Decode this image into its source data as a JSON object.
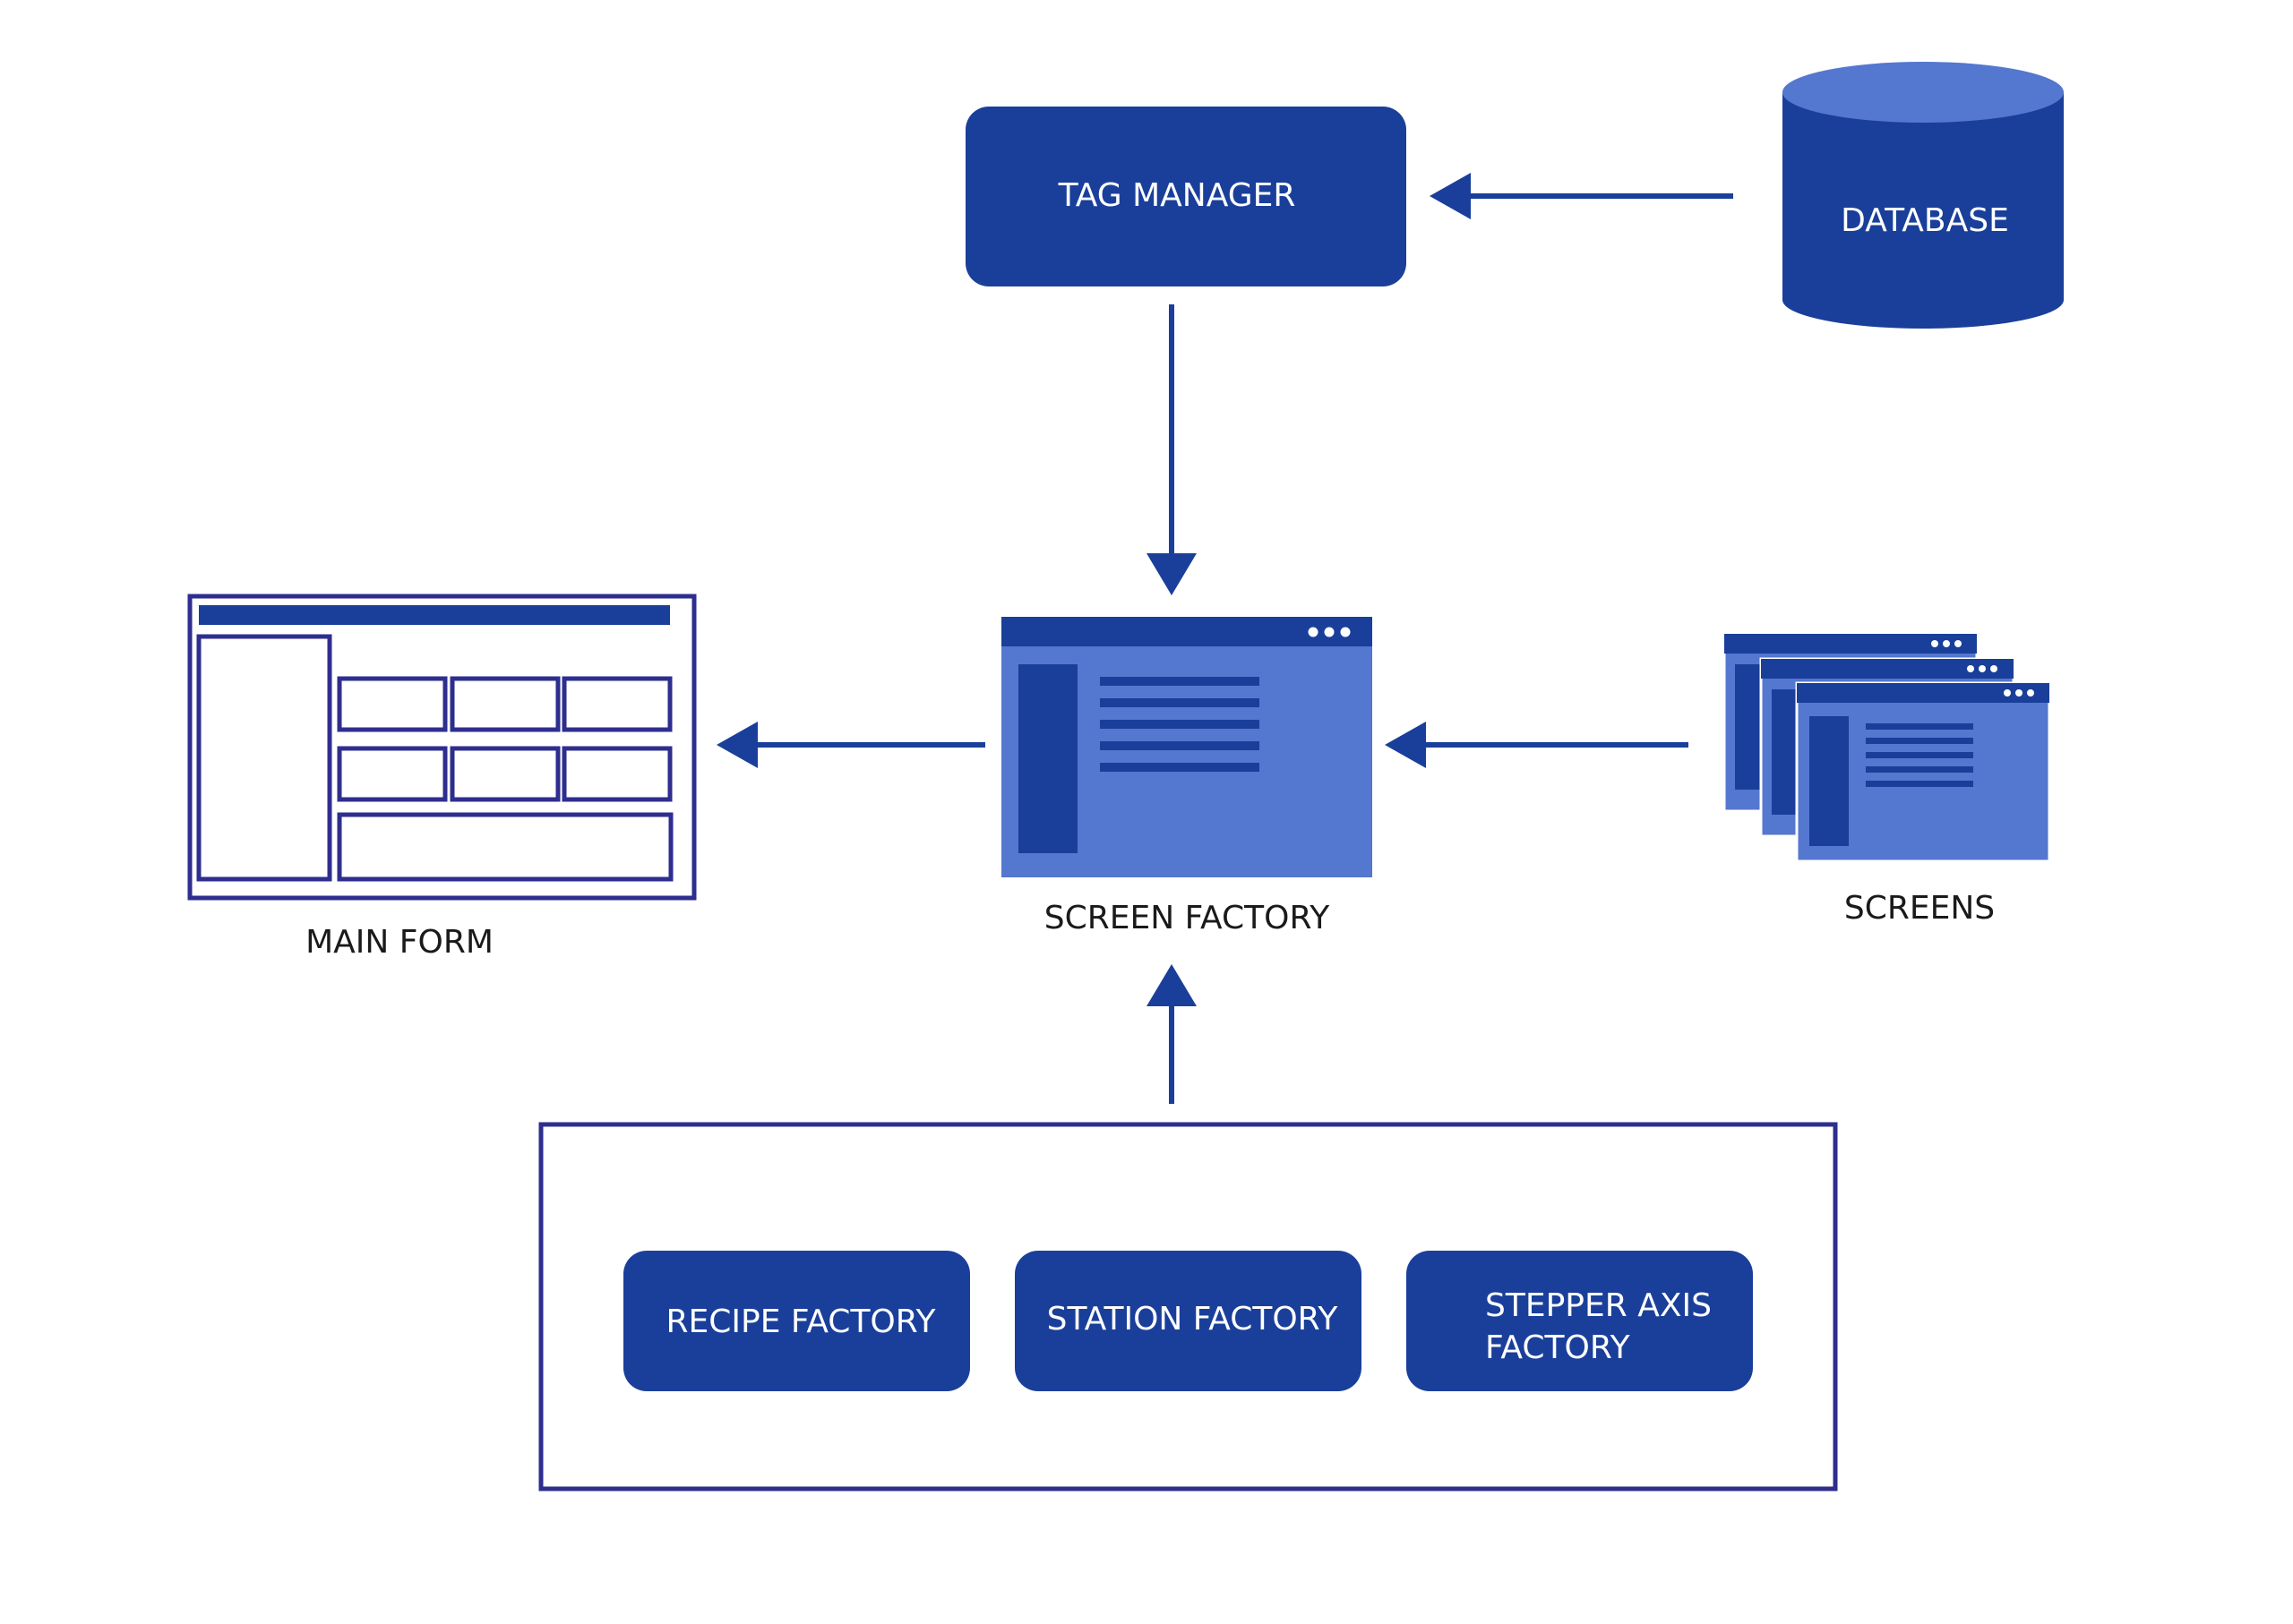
{
  "colors": {
    "primary": "#1a3f9a",
    "light": "#5477cf",
    "outline": "#2e2e8f",
    "background": "#ffffff",
    "caption_text": "#1a1a1a",
    "node_text": "#ffffff"
  },
  "nodes": {
    "tag_manager": "TAG MANAGER",
    "database": "DATABASE",
    "recipe_factory": "RECIPE FACTORY",
    "station_factory": "STATION FACTORY",
    "stepper_axis_factory_line1": "STEPPER AXIS",
    "stepper_axis_factory_line2": "FACTORY"
  },
  "captions": {
    "main_form": "MAIN FORM",
    "screen_factory": "SCREEN FACTORY",
    "screens": "SCREENS"
  },
  "icons": {
    "database": "database-cylinder-icon",
    "screen_factory": "window-icon",
    "screens": "stacked-windows-icon",
    "main_form": "form-wireframe-icon"
  }
}
